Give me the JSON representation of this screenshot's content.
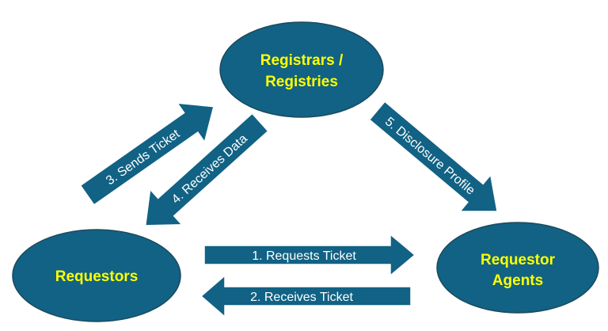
{
  "nodes": {
    "registrars": {
      "line1": "Registrars /",
      "line2": "Registries"
    },
    "requestors": {
      "label": "Requestors"
    },
    "agents": {
      "line1": "Requestor",
      "line2": "Agents"
    }
  },
  "arrows": {
    "step1": "1. Requests Ticket",
    "step2": "2. Receives Ticket",
    "step3": "3. Sends Ticket",
    "step4": "4. Receives Data",
    "step5": "5. Disclosure Profile"
  },
  "colors": {
    "shape_fill": "#116284",
    "node_text": "#ffff00",
    "arrow_text": "#ffffff"
  }
}
